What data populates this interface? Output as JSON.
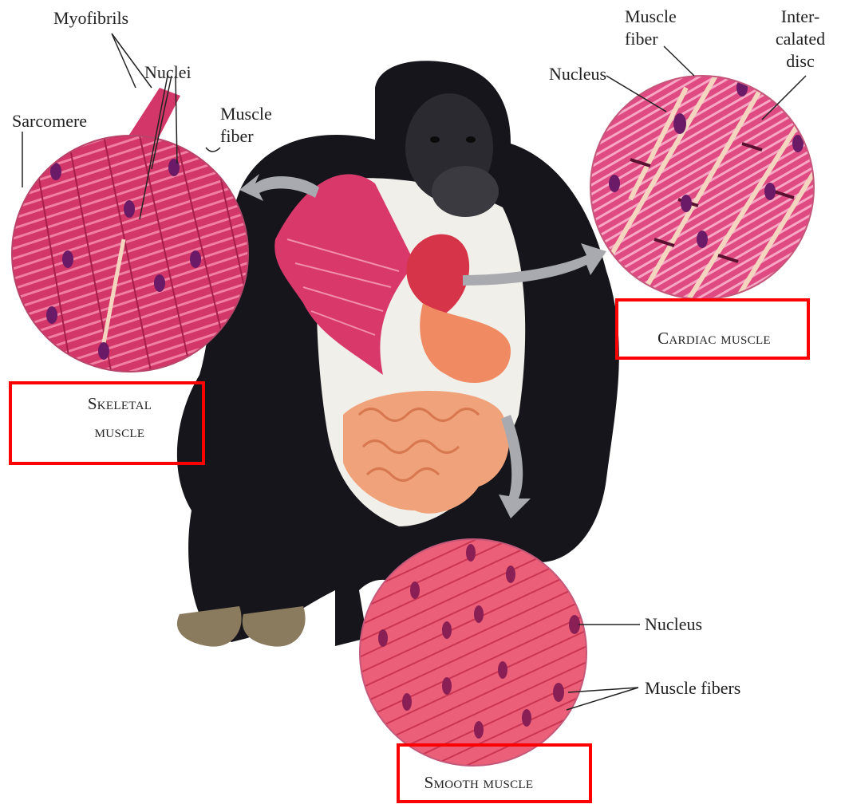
{
  "labels": {
    "myofibrils": "Myofibrils",
    "nuclei": "Nuclei",
    "sarcomere": "Sarcomere",
    "muscle_fiber_skeletal_1": "Muscle",
    "muscle_fiber_skeletal_2": "fiber",
    "muscle_fiber_cardiac_1": "Muscle",
    "muscle_fiber_cardiac_2": "fiber",
    "intercalated_disc_1": "Inter-",
    "intercalated_disc_2": "calated",
    "intercalated_disc_3": "disc",
    "nucleus_cardiac": "Nucleus",
    "nucleus_smooth": "Nucleus",
    "muscle_fibers_smooth": "Muscle fibers"
  },
  "captions": {
    "skeletal_1": "Skeletal",
    "skeletal_2": "muscle",
    "cardiac": "Cardiac muscle",
    "smooth": "Smooth muscle"
  },
  "colors": {
    "highlight_box": "#ff0000",
    "muscle_tissue": "#d9386a",
    "fur": "#15151b",
    "arrow": "#a8aab0"
  }
}
